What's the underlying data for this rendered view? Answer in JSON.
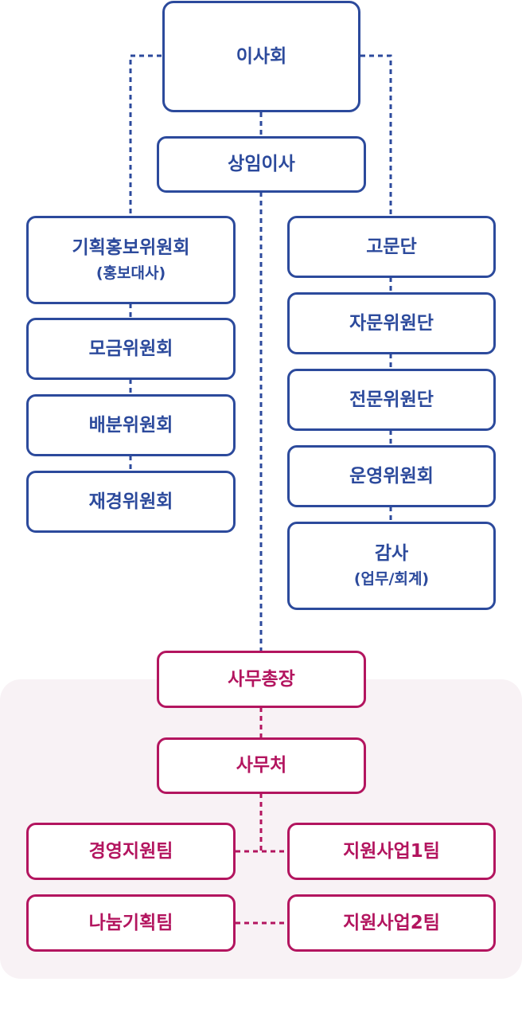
{
  "board": "이사회",
  "standing_director": "상임이사",
  "left_committees": [
    {
      "name": "기획홍보위원회",
      "sub": "(홍보대사)"
    },
    {
      "name": "모금위원회"
    },
    {
      "name": "배분위원회"
    },
    {
      "name": "재경위원회"
    }
  ],
  "right_committees": [
    {
      "name": "고문단"
    },
    {
      "name": "자문위원단"
    },
    {
      "name": "전문위원단"
    },
    {
      "name": "운영위원회"
    },
    {
      "name": "감사",
      "sub": "(업무/회계)"
    }
  ],
  "secretary_general": "사무총장",
  "secretariat": "사무처",
  "teams_left": [
    "경영지원팀",
    "나눔기획팀"
  ],
  "teams_right": [
    "지원사업1팀",
    "지원사업2팀"
  ],
  "colors": {
    "governance": "#2c4a9c",
    "secretariat": "#b3155f",
    "secretariat_bg": "#f8f2f5"
  }
}
